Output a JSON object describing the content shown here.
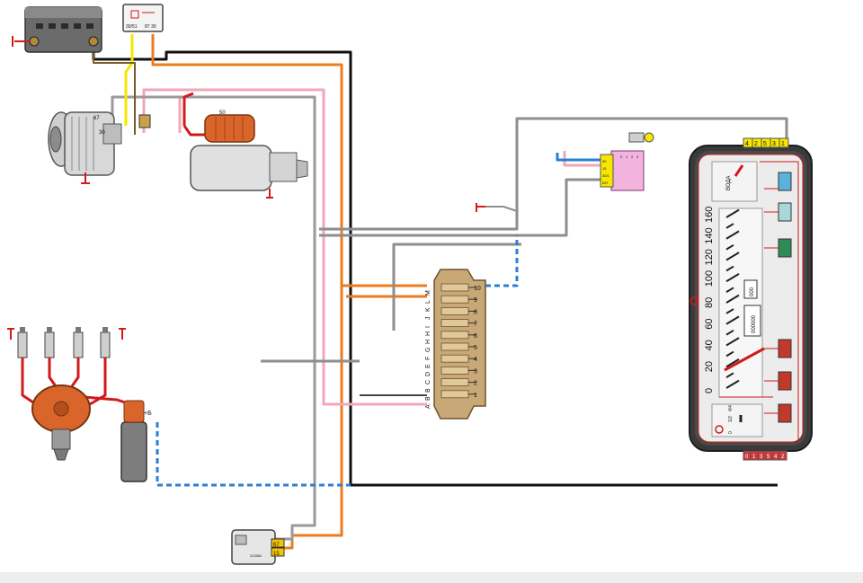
{
  "colors": {
    "black": "#111111",
    "gray": "#8e8e8e",
    "orange": "#ee7b1e",
    "pink": "#f2a7b8",
    "red": "#d11a1a",
    "yellow": "#f6e600",
    "blue": "#2a7fd6",
    "brown": "#7a5a2c",
    "component_orange": "#d9652b",
    "panel_dark": "#3a3a3a"
  },
  "relay_labels": {
    "left": "30/51",
    "right": "87 30"
  },
  "generator_labels": {
    "top": "67",
    "bottom": "30"
  },
  "starter_label": "50",
  "ignition_switch": {
    "pins": [
      "0",
      "1",
      "2",
      "3"
    ],
    "rows": [
      "30",
      "15",
      "30/1",
      "INT"
    ]
  },
  "fuse_box": {
    "left_letters": [
      "A",
      "B",
      "B",
      "C",
      "D",
      "E",
      "F",
      "G",
      "H",
      "H",
      "I",
      "J",
      "K",
      "L",
      "M"
    ],
    "right_numbers": [
      "1",
      "2",
      "3",
      "4",
      "5",
      "6",
      "7",
      "8",
      "9",
      "10"
    ]
  },
  "ignition_coil_label": "+Б",
  "controller": {
    "pins": [
      "67",
      "15"
    ],
    "code": "313381"
  },
  "cluster": {
    "top_connector": [
      "4",
      "2",
      "5",
      "3",
      "1"
    ],
    "bottom_connector": [
      "0",
      "1",
      "3",
      "5",
      "4",
      "2"
    ],
    "speed_scale": [
      "0",
      "20",
      "40",
      "60",
      "80",
      "100",
      "120",
      "140",
      "160"
    ],
    "odometer": "000000",
    "trip": "000",
    "temp_label": "ВОДА",
    "fuel_labels": [
      "0",
      "1/2",
      "4/4"
    ]
  }
}
